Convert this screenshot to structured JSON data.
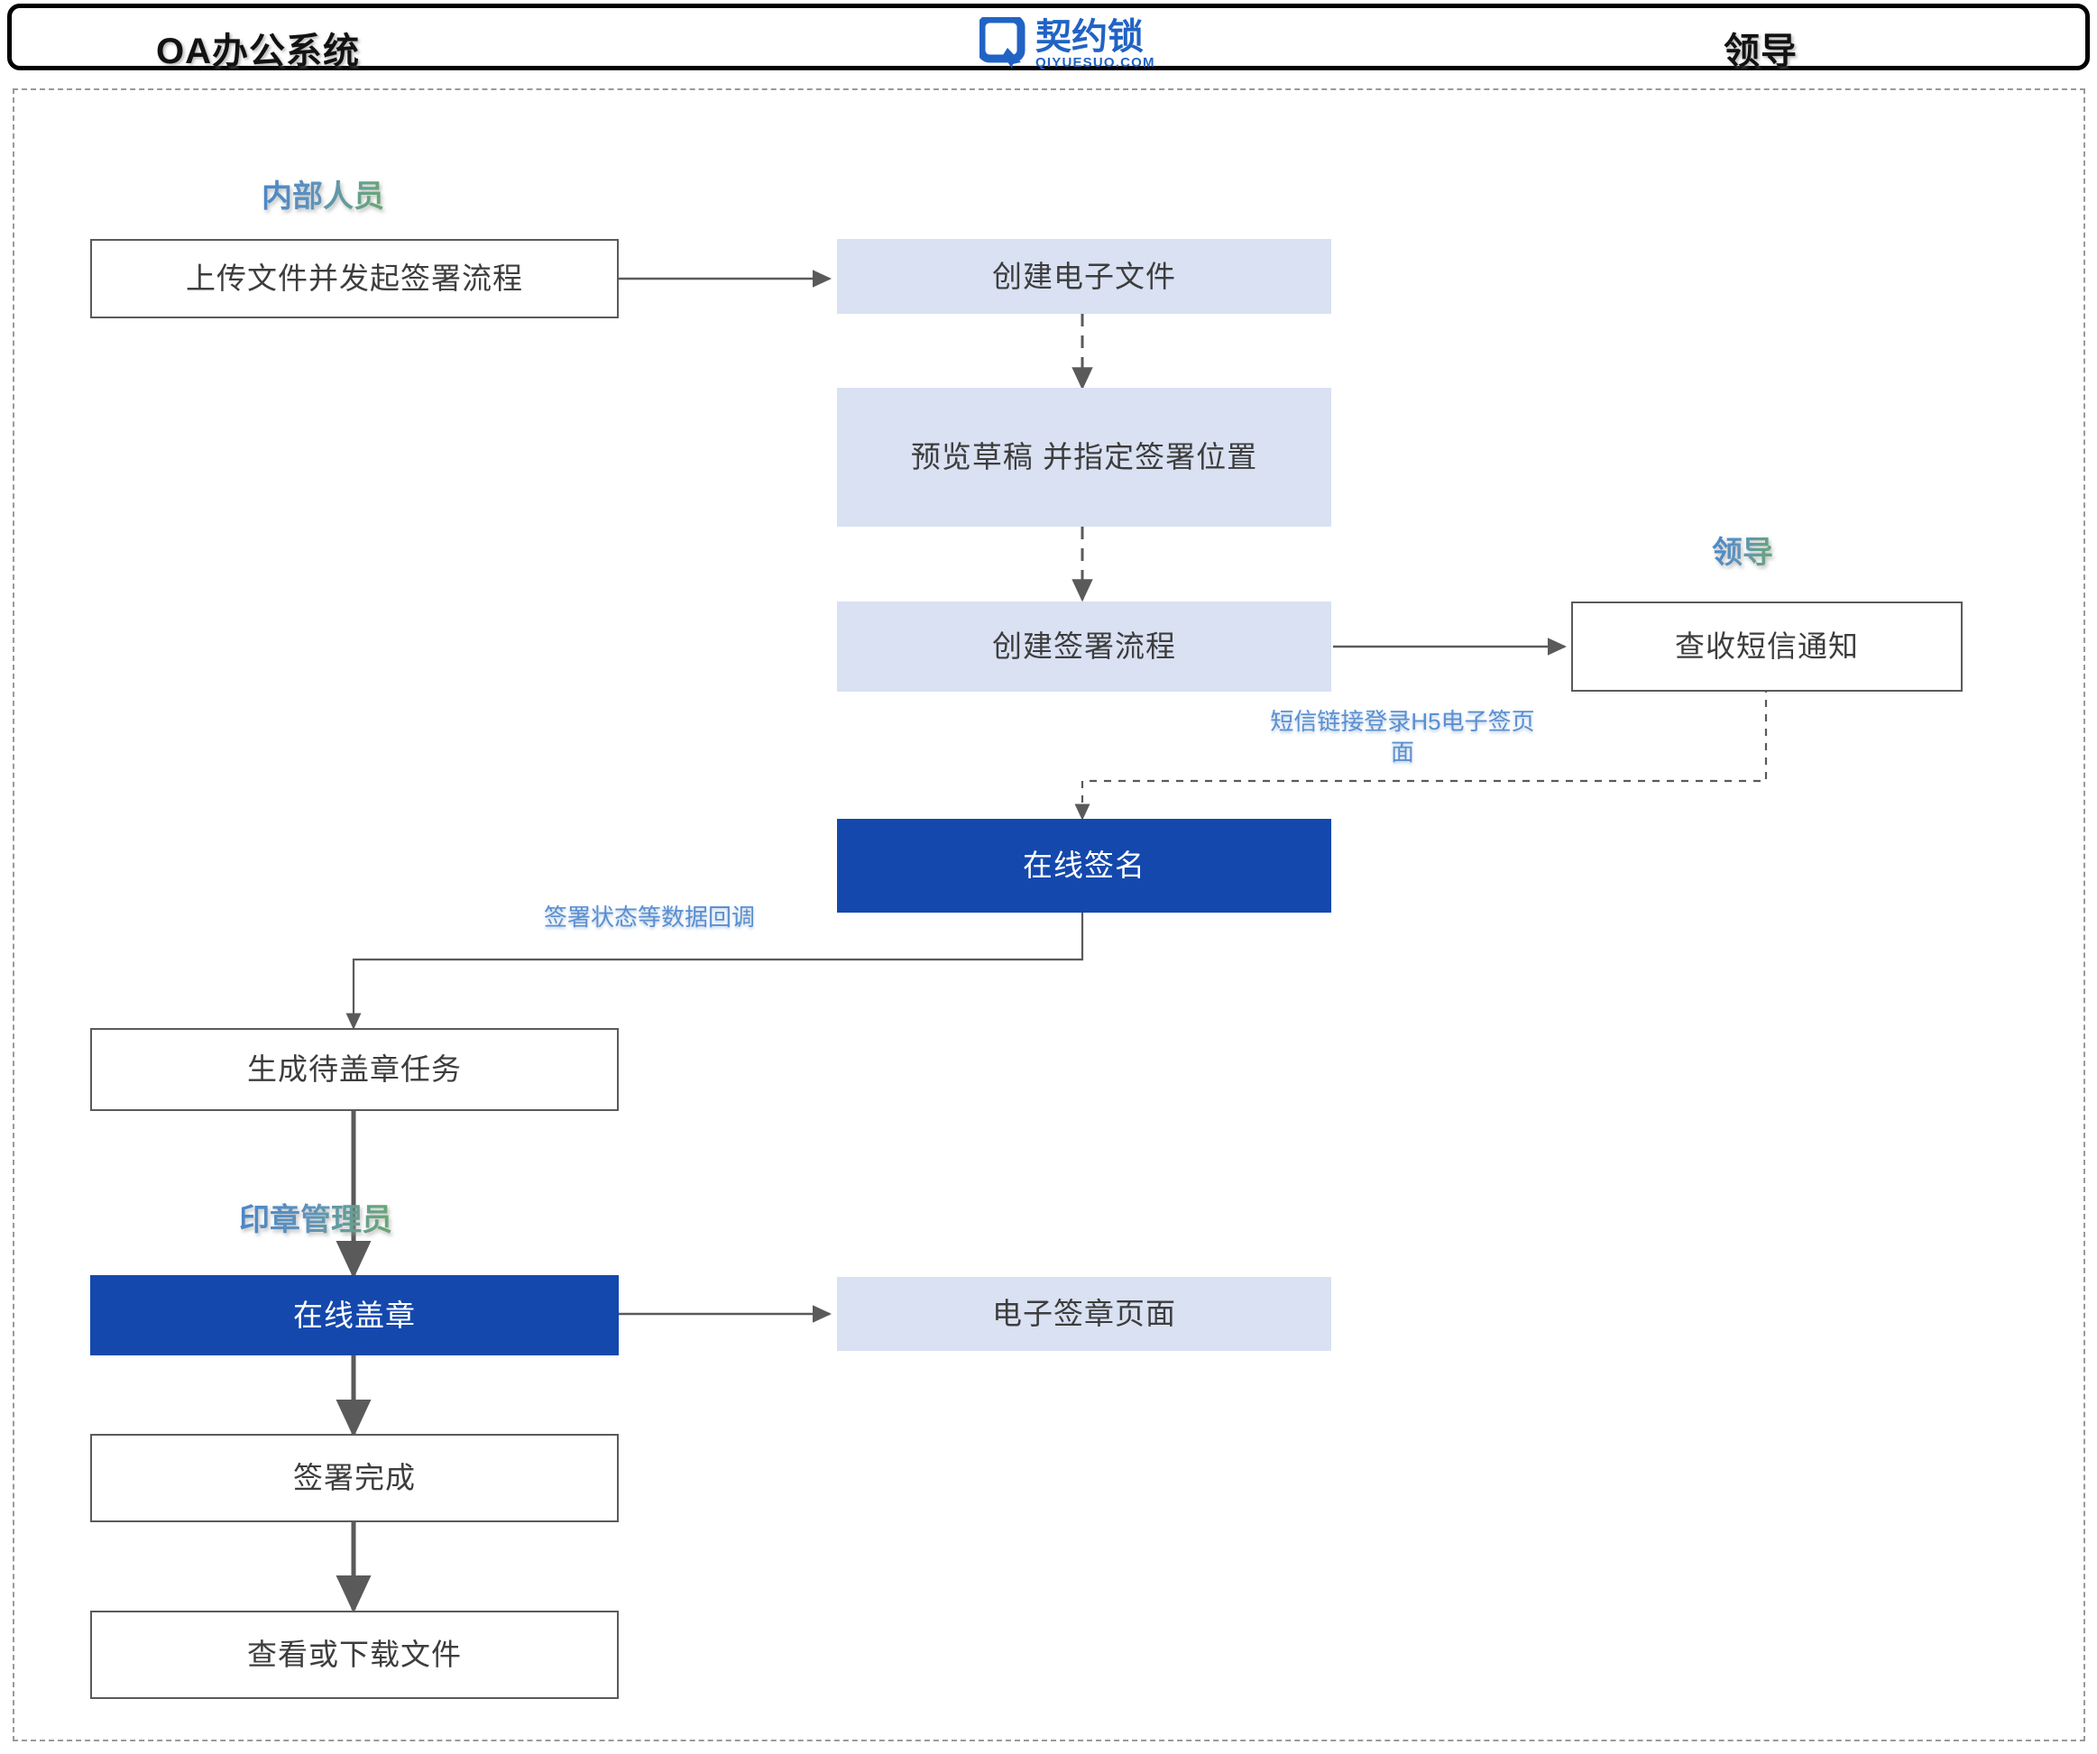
{
  "header": {
    "left_title": "OA办公系统",
    "right_title": "领导",
    "brand": {
      "name_cn": "契约锁",
      "name_en": "QIYUESUO.COM",
      "color": "#2163c4"
    }
  },
  "colors": {
    "lightblue_fill": "#d9e1f2",
    "darkblue_fill": "#1448ac",
    "node_border": "#5a5a5a",
    "node_text": "#3d3d3d",
    "edge_label": "#5b8fd0",
    "connector": "#5a5a5a",
    "role_gradient_start": "#4a86c8",
    "role_gradient_end": "#6aa86f"
  },
  "roles": [
    {
      "id": "internal-staff",
      "label": "内部人员"
    },
    {
      "id": "leader",
      "label": "领导"
    },
    {
      "id": "seal-admin",
      "label": "印章管理员"
    }
  ],
  "nodes": [
    {
      "id": "upload-and-start",
      "label": "上传文件并发起签署流程",
      "style": "plain"
    },
    {
      "id": "create-e-file",
      "label": "创建电子文件",
      "style": "lightblue"
    },
    {
      "id": "preview-draft",
      "label": "预览草稿\n并指定签署位置",
      "style": "lightblue"
    },
    {
      "id": "create-sign-flow",
      "label": "创建签署流程",
      "style": "lightblue"
    },
    {
      "id": "receive-sms",
      "label": "查收短信通知",
      "style": "plain"
    },
    {
      "id": "online-signature",
      "label": "在线签名",
      "style": "darkblue"
    },
    {
      "id": "generate-seal-task",
      "label": "生成待盖章任务",
      "style": "plain"
    },
    {
      "id": "online-seal",
      "label": "在线盖章",
      "style": "darkblue"
    },
    {
      "id": "e-seal-page",
      "label": "电子签章页面",
      "style": "lightblue"
    },
    {
      "id": "sign-complete",
      "label": "签署完成",
      "style": "plain"
    },
    {
      "id": "view-or-download",
      "label": "查看或下载文件",
      "style": "plain"
    }
  ],
  "edge_labels": [
    {
      "id": "sms-h5-login",
      "label": "短信链接登录H5电子签页\n面"
    },
    {
      "id": "status-callback",
      "label": "签署状态等数据回调"
    }
  ]
}
